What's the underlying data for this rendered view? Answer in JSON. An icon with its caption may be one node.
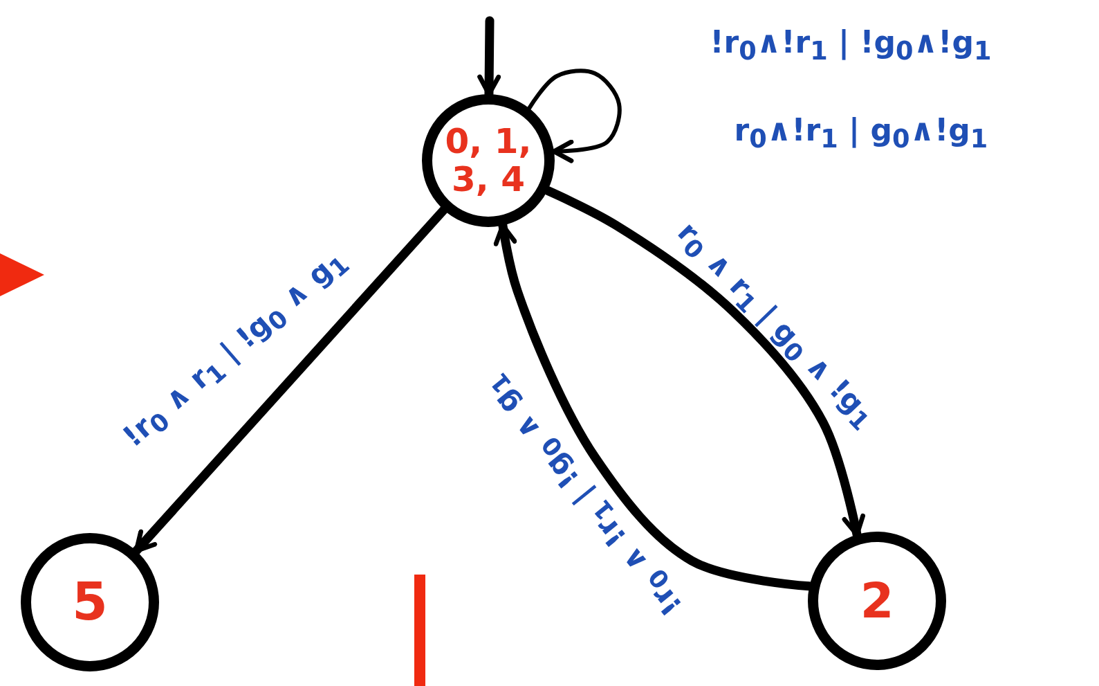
{
  "diagram": {
    "nodes": [
      {
        "text": [
          "0, 1, 3, 4"
        ]
      },
      {
        "text": [
          "5"
        ]
      },
      {
        "text": [
          "2"
        ]
      },
      {
        "text": [],
        "shape": "triangle"
      },
      {
        "text": [],
        "shape": "bar"
      }
    ],
    "edges": [
      {
        "from": null,
        "to": 0,
        "arrow": "to"
      },
      {
        "from": 0,
        "to": 0,
        "arrow": "to",
        "label": "!r$_{0}$∧!r$_{1}$ | !g$_{0}$∧!g$_{1}$"
      },
      {
        "from": 0,
        "to": 1,
        "arrow": "to",
        "label": "!r$_{0}$ ∧ r$_{1}$ | !g$_{0}$ ∧ g$_{1}$"
      },
      {
        "from": 0,
        "to": 2,
        "arrow": "to",
        "label": "r$_{0}$ ∧ r$_{1}$ | g$_{0}$ ∧ !g$_{1}$"
      },
      {
        "from": 2,
        "to": 0,
        "arrow": "to",
        "label": "!r$_{0}$ ∧ !r$_{1}$ | !g$_{0}$ ∧ g$_{1}$"
      }
    ],
    "labels": [
      "r$_{0}$∧!r$_{1}$ | g$_{0}$∧!g$_{1}$"
    ]
  }
}
